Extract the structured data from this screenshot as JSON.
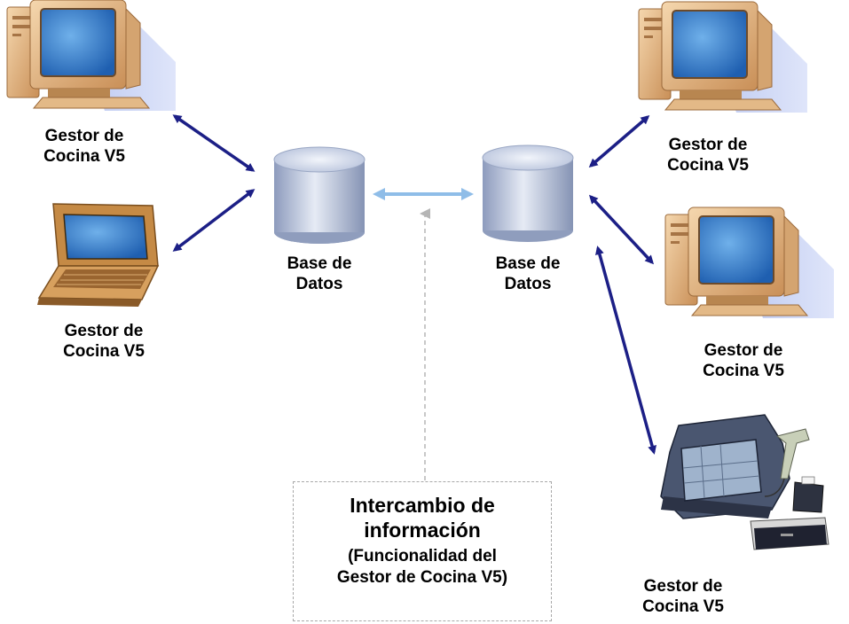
{
  "nodes": {
    "pc_top_left": {
      "line1": "Gestor de",
      "line2": "Cocina V5"
    },
    "laptop_left": {
      "line1": "Gestor de",
      "line2": "Cocina V5"
    },
    "db_left": {
      "line1": "Base de",
      "line2": "Datos"
    },
    "db_right": {
      "line1": "Base de",
      "line2": "Datos"
    },
    "pc_top_right": {
      "line1": "Gestor de",
      "line2": "Cocina V5"
    },
    "pc_mid_right": {
      "line1": "Gestor de",
      "line2": "Cocina V5"
    },
    "pos_terminal": {
      "line1": "Gestor de",
      "line2": "Cocina V5"
    }
  },
  "note": {
    "title_line1": "Intercambio de",
    "title_line2": "información",
    "sub_line1": "(Funcionalidad del",
    "sub_line2": "Gestor de Cocina V5)"
  },
  "colors": {
    "connector": "#1c1f86",
    "sync_arrow": "#8fbde8",
    "dashed": "#a8a8a8",
    "cylinder": "#aab6d0"
  }
}
